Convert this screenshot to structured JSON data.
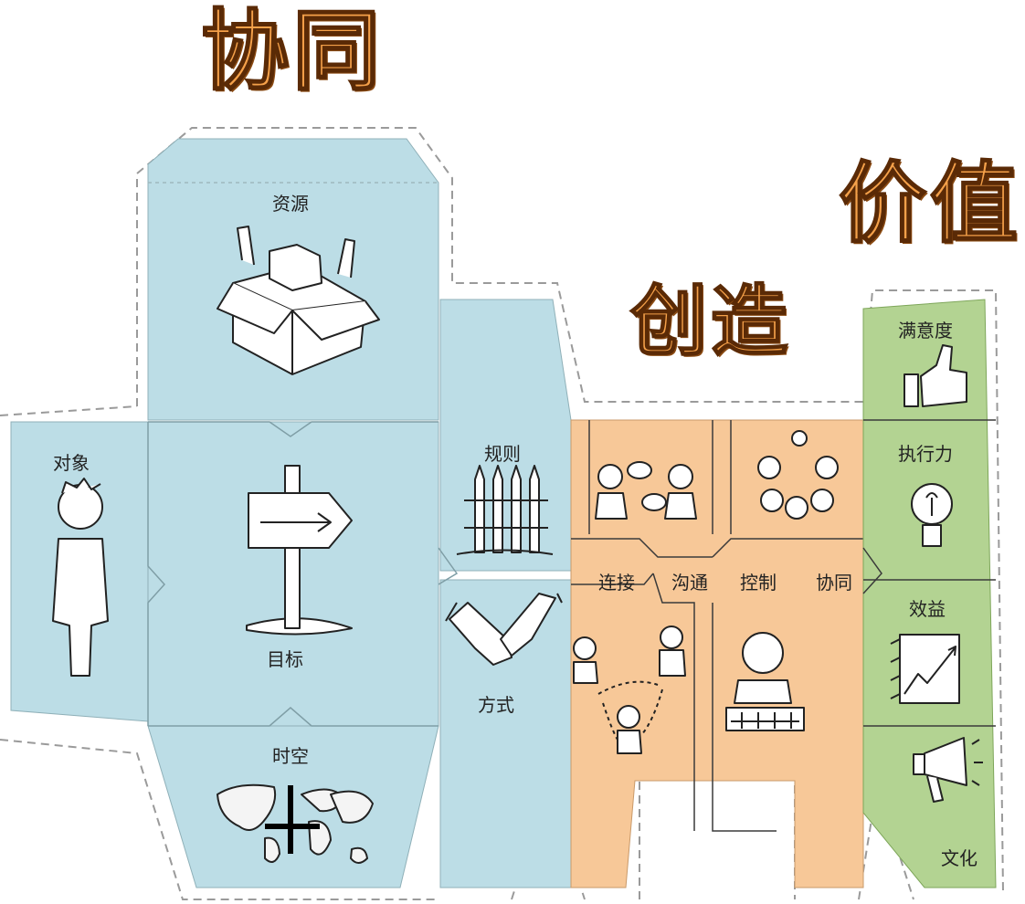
{
  "titles": {
    "collaboration": "协同",
    "creation": "创造",
    "value": "价值"
  },
  "blue_panel": {
    "object": "对象",
    "resources": "资源",
    "goal": "目标",
    "spacetime": "时空",
    "rules": "规则",
    "method": "方式"
  },
  "orange_panel": {
    "connect": "连接",
    "communicate": "沟通",
    "control": "控制",
    "collaborate": "协同"
  },
  "green_panel": {
    "satisfaction": "满意度",
    "execution": "执行力",
    "benefit": "效益",
    "culture": "文化"
  },
  "colors": {
    "blue": "#bcdde6",
    "orange": "#f7c898",
    "green": "#b3d392"
  }
}
